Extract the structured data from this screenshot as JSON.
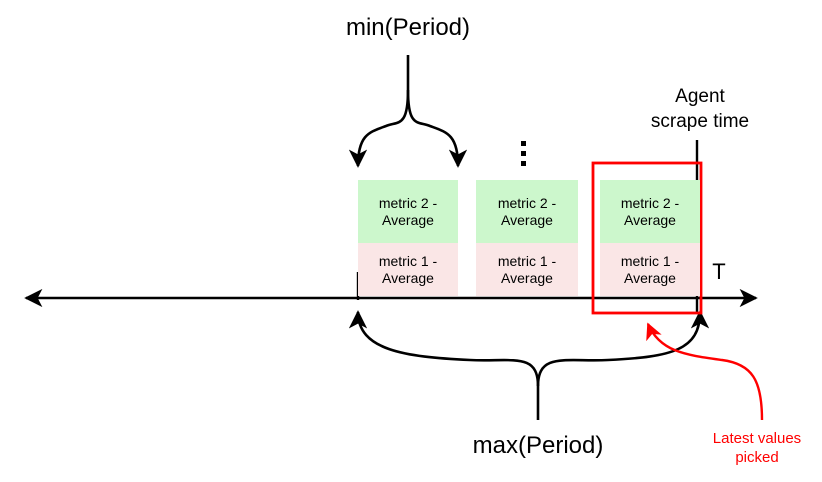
{
  "diagram": {
    "title_top": "min(Period)",
    "title_bottom": "max(Period)",
    "axis_label": "T",
    "scrape_label_line1": "Agent",
    "scrape_label_line2": "scrape time",
    "red_note_line1": "Latest values",
    "red_note_line2": "picked",
    "ellipsis": "⋮",
    "colors": {
      "metric2_fill": "#ccf7cc",
      "metric1_fill": "#fae6e6",
      "stroke": "#000000",
      "highlight": "#ff0000"
    },
    "blocks": [
      {
        "id": "period-block-1",
        "metric2": {
          "line1": "metric 2 -",
          "line2": "Average"
        },
        "metric1": {
          "line1": "metric 1 -",
          "line2": "Average"
        }
      },
      {
        "id": "period-block-2",
        "metric2": {
          "line1": "metric 2 -",
          "line2": "Average"
        },
        "metric1": {
          "line1": "metric 1 -",
          "line2": "Average"
        }
      },
      {
        "id": "period-block-3",
        "metric2": {
          "line1": "metric 2 -",
          "line2": "Average"
        },
        "metric1": {
          "line1": "metric 1 -",
          "line2": "Average"
        }
      }
    ]
  }
}
